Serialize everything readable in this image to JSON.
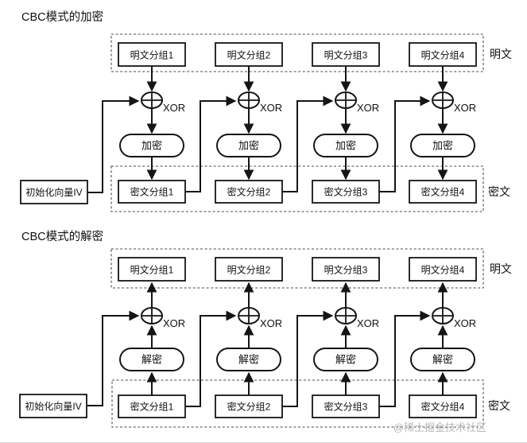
{
  "encryption": {
    "title": "CBC模式的加密",
    "plaintext_blocks": [
      "明文分组1",
      "明文分组2",
      "明文分组3",
      "明文分组4"
    ],
    "xor_label": "XOR",
    "process_label": "加密",
    "ciphertext_blocks": [
      "密文分组1",
      "密文分组2",
      "密文分组3",
      "密文分组4"
    ],
    "iv_label": "初始化向量IV",
    "plaintext_group_label": "明文",
    "ciphertext_group_label": "密文"
  },
  "decryption": {
    "title": "CBC模式的解密",
    "plaintext_blocks": [
      "明文分组1",
      "明文分组2",
      "明文分组3",
      "明文分组4"
    ],
    "xor_label": "XOR",
    "process_label": "解密",
    "ciphertext_blocks": [
      "密文分组1",
      "密文分组2",
      "密文分组3",
      "密文分组4"
    ],
    "iv_label": "初始化向量IV",
    "plaintext_group_label": "明文",
    "ciphertext_group_label": "密文"
  },
  "watermark": "@稀土掘金技术社区",
  "colors": {
    "line": "#151515",
    "dashed_frame": "#4a4a4a",
    "watermark": "#b8b8b8",
    "background": "#ffffff"
  }
}
